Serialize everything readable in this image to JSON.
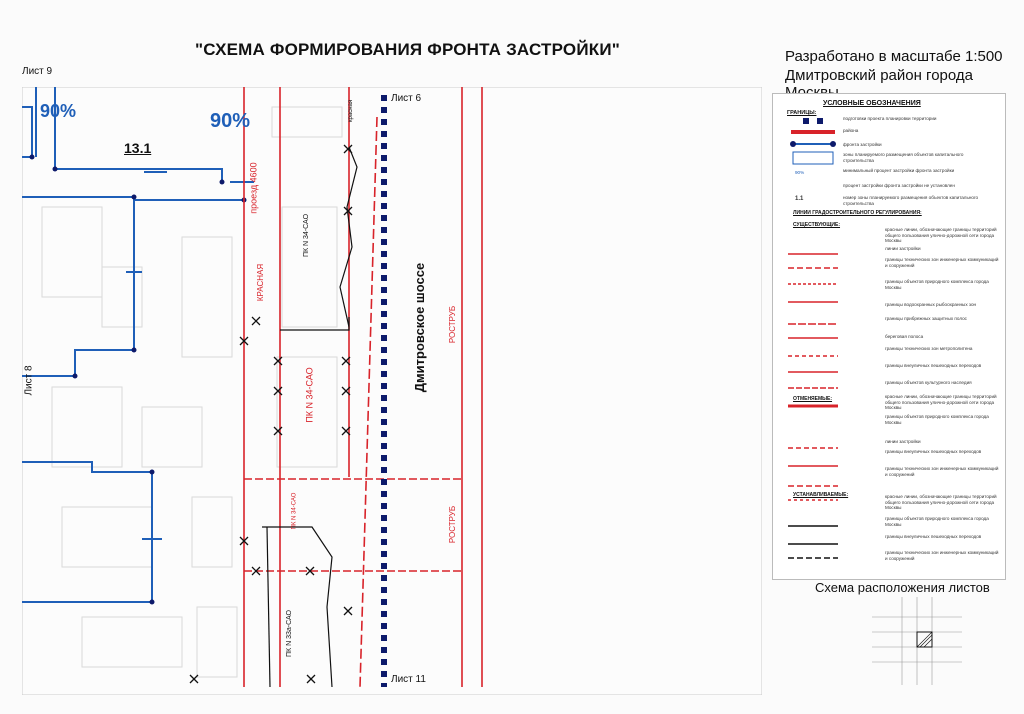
{
  "title": "\"СХЕМА ФОРМИРОВАНИЯ ФРОНТА ЗАСТРОЙКИ\"",
  "scale_note": "Разработано в масштабе 1:500",
  "district": "Дмитровский район города Москвы",
  "map": {
    "sheet_9": "Лист 9",
    "sheet_8": "Лист 8",
    "sheet_6": "Лист 6",
    "sheet_11": "Лист 11",
    "pct_left": "90%",
    "pct_right": "90%",
    "zone_number": "13.1",
    "road_main": "Дмитровское шоссе",
    "proezd": "проезд 4600",
    "krasnaya": "КРАСНАЯ",
    "pk_34_top": "ПК N 34-САО",
    "pk_34_mid": "ПК N 34-САО",
    "pk_34_low": "ПК N 34-САО",
    "pk_33a": "ПК N 33а-САО",
    "rostrub_1": "РОСТРУБ",
    "rostrub_2": "РОСТРУБ",
    "red_line_label": "красная",
    "colors": {
      "blue": "#1f5fb8",
      "red": "#d8232a",
      "navy": "#0d1a6b"
    }
  },
  "legend": {
    "title": "УСЛОВНЫЕ ОБОЗНАЧЕНИЯ",
    "boundaries": "ГРАНИЦЫ:",
    "b1": "подготовки проекта планировки территории",
    "b2": "района",
    "b3": "фронта застройки",
    "b4": "зоны планируемого размещения объектов капитального строительства",
    "b5": "минимальный процент застройки фронта застройки",
    "b5_sample": "90%",
    "b6": "процент застройки фронта застройки не установлен",
    "b7": "номер зоны планируемого размещения объектов капитального строительства",
    "b7_sample": "1.1",
    "lines_title": "ЛИНИИ ГРАДОСТРОИТЕЛЬНОГО РЕГУЛИРОВАНИЯ:",
    "existing": "СУЩЕСТВУЮЩИЕ:",
    "e1": "красные линии, обозначающие границы территорий общего пользования улично-дорожной сети города Москвы",
    "e2": "линии застройки",
    "e3": "границы технических зон инженерных коммуникаций и сооружений",
    "e4": "границы объектов природного комплекса города Москвы",
    "e5": "границы водоохранных рыбоохранных зон",
    "e6": "границы прибрежных защитных полос",
    "e7": "береговая полоса",
    "e8": "границы технических зон метрополитена",
    "e9": "границы внеуличных пешеходных переходов",
    "e10": "границы объектов культурного наследия",
    "cancelled": "ОТМЕНЯЕМЫЕ:",
    "c1": "красные линии, обозначающие границы территорий общего пользования улично-дорожной сети города Москвы",
    "c2": "границы объектов природного комплекса города Москвы",
    "c3": "линии застройки",
    "c4": "границы внеуличных пешеходных переходов",
    "c5": "границы технических зон инженерных коммуникаций и сооружений",
    "established": "УСТАНАВЛИВАЕМЫЕ:",
    "s1": "красные линии, обозначающие границы территорий общего пользования улично-дорожной сети города Москвы",
    "s2": "границы объектов природного комплекса города Москвы",
    "s3": "границы внеуличных пешеходных переходов",
    "s4": "границы технических зон инженерных коммуникаций и сооружений"
  },
  "minimap_title": "Схема расположения листов"
}
